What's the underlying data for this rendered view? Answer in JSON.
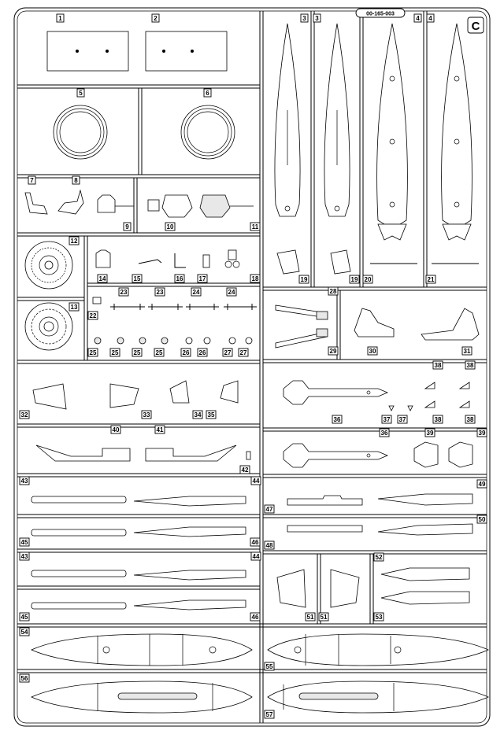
{
  "sheet": {
    "code": "00-165-003",
    "letter": "C"
  },
  "parts": [
    "1",
    "2",
    "3",
    "3",
    "4",
    "4",
    "5",
    "6",
    "7",
    "8",
    "9",
    "10",
    "11",
    "12",
    "13",
    "14",
    "15",
    "16",
    "17",
    "18",
    "19",
    "19",
    "20",
    "21",
    "22",
    "23",
    "23",
    "24",
    "24",
    "25",
    "25",
    "25",
    "25",
    "26",
    "26",
    "27",
    "27",
    "28",
    "29",
    "30",
    "31",
    "32",
    "33",
    "34",
    "35",
    "36",
    "36",
    "37",
    "37",
    "38",
    "38",
    "38",
    "38",
    "39",
    "39",
    "40",
    "41",
    "42",
    "43",
    "43",
    "44",
    "44",
    "45",
    "45",
    "46",
    "46",
    "47",
    "48",
    "49",
    "50",
    "51",
    "51",
    "52",
    "53",
    "54",
    "55",
    "56",
    "57"
  ],
  "colors": {
    "ink": "#000000",
    "paper": "#ffffff",
    "fill": "#e8e8e8"
  }
}
